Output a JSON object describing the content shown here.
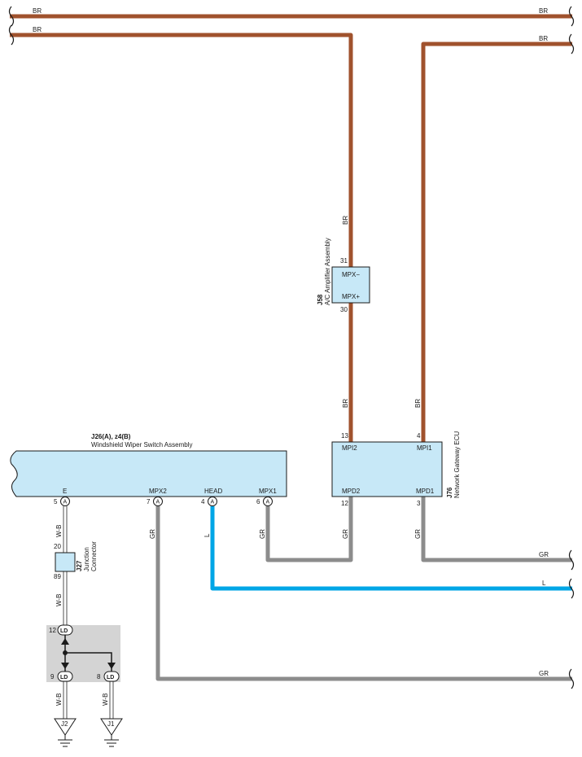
{
  "colors": {
    "BR": "#a0522d",
    "GR": "#8c8c8c",
    "L": "#00a6e6",
    "WB": "#505050",
    "box_fill": "#c7e8f7",
    "shade": "#d4d4d4"
  },
  "wire_labels": {
    "top_left": "BR",
    "top_right": "BR",
    "second_left": "BR",
    "right_vertical_end": "BR",
    "mid_upper": "BR",
    "mid_lower": "BR",
    "right_lower": "BR",
    "gr_mpx2": "GR",
    "l_head": "L",
    "gr_mpx1": "GR",
    "gr_mpd2": "GR",
    "gr_mpd1": "GR",
    "gr_end_1": "GR",
    "l_end": "L",
    "gr_end_2": "GR",
    "wb_top": "W-B",
    "wb_mid": "W-B",
    "wb_j2": "W-B",
    "wb_j1": "W-B"
  },
  "j58": {
    "code": "J58",
    "name": "A/C Amplifier Assembly",
    "pin_top": "31",
    "pin_bottom": "30",
    "label_top": "MPX−",
    "label_bottom": "MPX+"
  },
  "j76": {
    "code": "J76",
    "name": "Network Gateway ECU",
    "pin_mpi2": "13",
    "pin_mpi1": "4",
    "pin_mpd2": "12",
    "pin_mpd1": "3",
    "lbl_mpi2": "MPI2",
    "lbl_mpi1": "MPI1",
    "lbl_mpd2": "MPD2",
    "lbl_mpd1": "MPD1"
  },
  "j26": {
    "code": "J26(A), z4(B)",
    "name": "Windshield Wiper Switch Assembly",
    "lbl_e": "E",
    "lbl_mpx2": "MPX2",
    "lbl_head": "HEAD",
    "lbl_mpx1": "MPX1",
    "pin_e": "5",
    "pin_mpx2": "7",
    "pin_head": "4",
    "pin_mpx1": "6",
    "conn": "A"
  },
  "j27": {
    "code": "J27",
    "name_line1": "Junction",
    "name_line2": "Connector",
    "pin_top": "20",
    "pin_bottom": "89"
  },
  "ld": {
    "label": "LD",
    "pin_top": "12",
    "pin_left": "9",
    "pin_right": "8"
  },
  "grounds": {
    "left": "J2",
    "right": "J1"
  }
}
